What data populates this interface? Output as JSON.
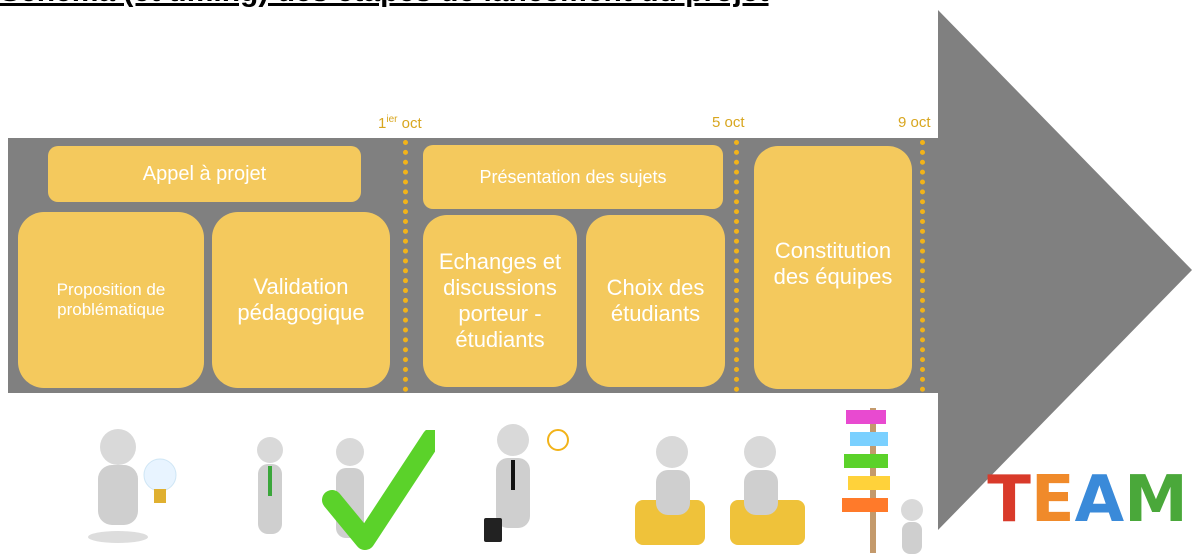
{
  "title": "Schéma (et timing) des étapes de lancement du projet",
  "timeline": {
    "dates": [
      {
        "main": "1",
        "sup": "ier",
        "rest": " oct"
      },
      {
        "main": "5 oct",
        "sup": "",
        "rest": ""
      },
      {
        "main": "9 oct",
        "sup": "",
        "rest": ""
      }
    ],
    "steps": {
      "appel": "Appel à projet",
      "proposition": "Proposition de problématique",
      "validation": "Validation pédagogique",
      "presentation": "Présentation des sujets",
      "echanges": "Echanges et discussions porteur - étudiants",
      "choix": "Choix des étudiants",
      "constitution": "Constitution des équipes"
    }
  },
  "illustrations": [
    {
      "icon": "person-with-lightbulb-icon"
    },
    {
      "icon": "people-with-checkmark-icon"
    },
    {
      "icon": "businessman-idea-icon"
    },
    {
      "icon": "people-discussing-icon"
    },
    {
      "icon": "signpost-person-icon"
    },
    {
      "icon": "team-letters-icon",
      "text": "TEAM"
    }
  ],
  "colors": {
    "arrow": "#808080",
    "box": "#f4c95d",
    "dots": "#f2b319",
    "date": "#d8a61f"
  }
}
